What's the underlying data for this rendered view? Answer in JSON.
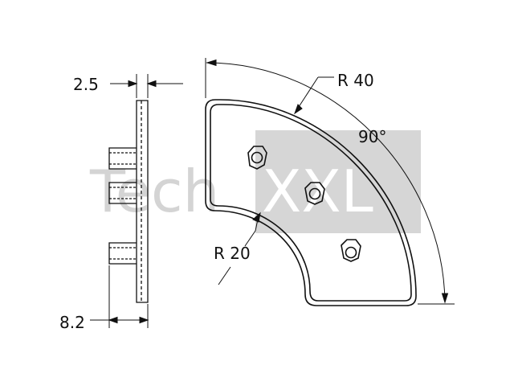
{
  "watermark": {
    "brand": "Tech",
    "suffix": "XXL",
    "gray_color": "#d6d6d6",
    "text_color": "#ffffff",
    "tech_text_color": "#d0d0d0"
  },
  "drawing": {
    "line_color": "#111111"
  },
  "dimensions": {
    "thickness": "2.5",
    "depth": "8.2",
    "outer_radius": "R 40",
    "inner_radius": "R 20",
    "angle": "90°"
  }
}
